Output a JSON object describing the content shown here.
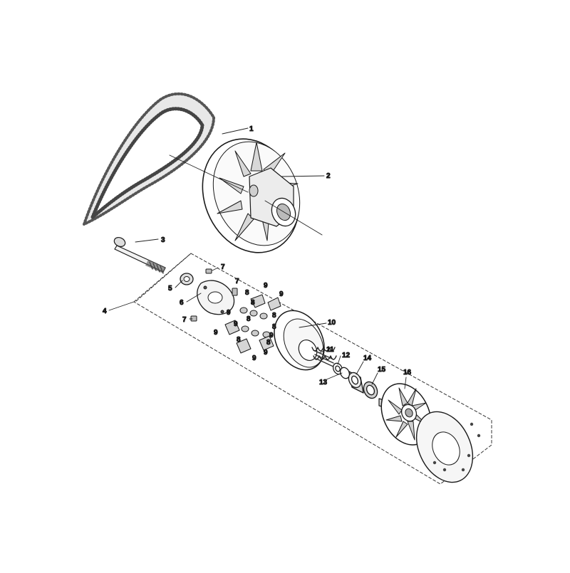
{
  "diagram": {
    "callouts": [
      {
        "id": "c1",
        "text": "1"
      },
      {
        "id": "c2",
        "text": "2"
      },
      {
        "id": "c3",
        "text": "3"
      },
      {
        "id": "c4",
        "text": "4"
      },
      {
        "id": "c5",
        "text": "5"
      },
      {
        "id": "c6",
        "text": "6"
      },
      {
        "id": "c7a",
        "text": "7"
      },
      {
        "id": "c7b",
        "text": "7"
      },
      {
        "id": "c7c",
        "text": "7"
      },
      {
        "id": "c8a",
        "text": "8"
      },
      {
        "id": "c8b",
        "text": "8"
      },
      {
        "id": "c8c",
        "text": "8"
      },
      {
        "id": "c8d",
        "text": "8"
      },
      {
        "id": "c8e",
        "text": "8"
      },
      {
        "id": "c8f",
        "text": "8"
      },
      {
        "id": "c8g",
        "text": "8"
      },
      {
        "id": "c9a",
        "text": "9"
      },
      {
        "id": "c9b",
        "text": "9"
      },
      {
        "id": "c9c",
        "text": "9"
      },
      {
        "id": "c9d",
        "text": "9"
      },
      {
        "id": "c9e",
        "text": "9"
      },
      {
        "id": "c9f",
        "text": "9"
      },
      {
        "id": "c9g",
        "text": "9"
      },
      {
        "id": "c9h",
        "text": "9"
      },
      {
        "id": "c10",
        "text": "10"
      },
      {
        "id": "c11",
        "text": "11"
      },
      {
        "id": "c12",
        "text": "12"
      },
      {
        "id": "c13",
        "text": "13"
      },
      {
        "id": "c14",
        "text": "14"
      },
      {
        "id": "c15",
        "text": "15"
      },
      {
        "id": "c16",
        "text": "16"
      }
    ]
  }
}
